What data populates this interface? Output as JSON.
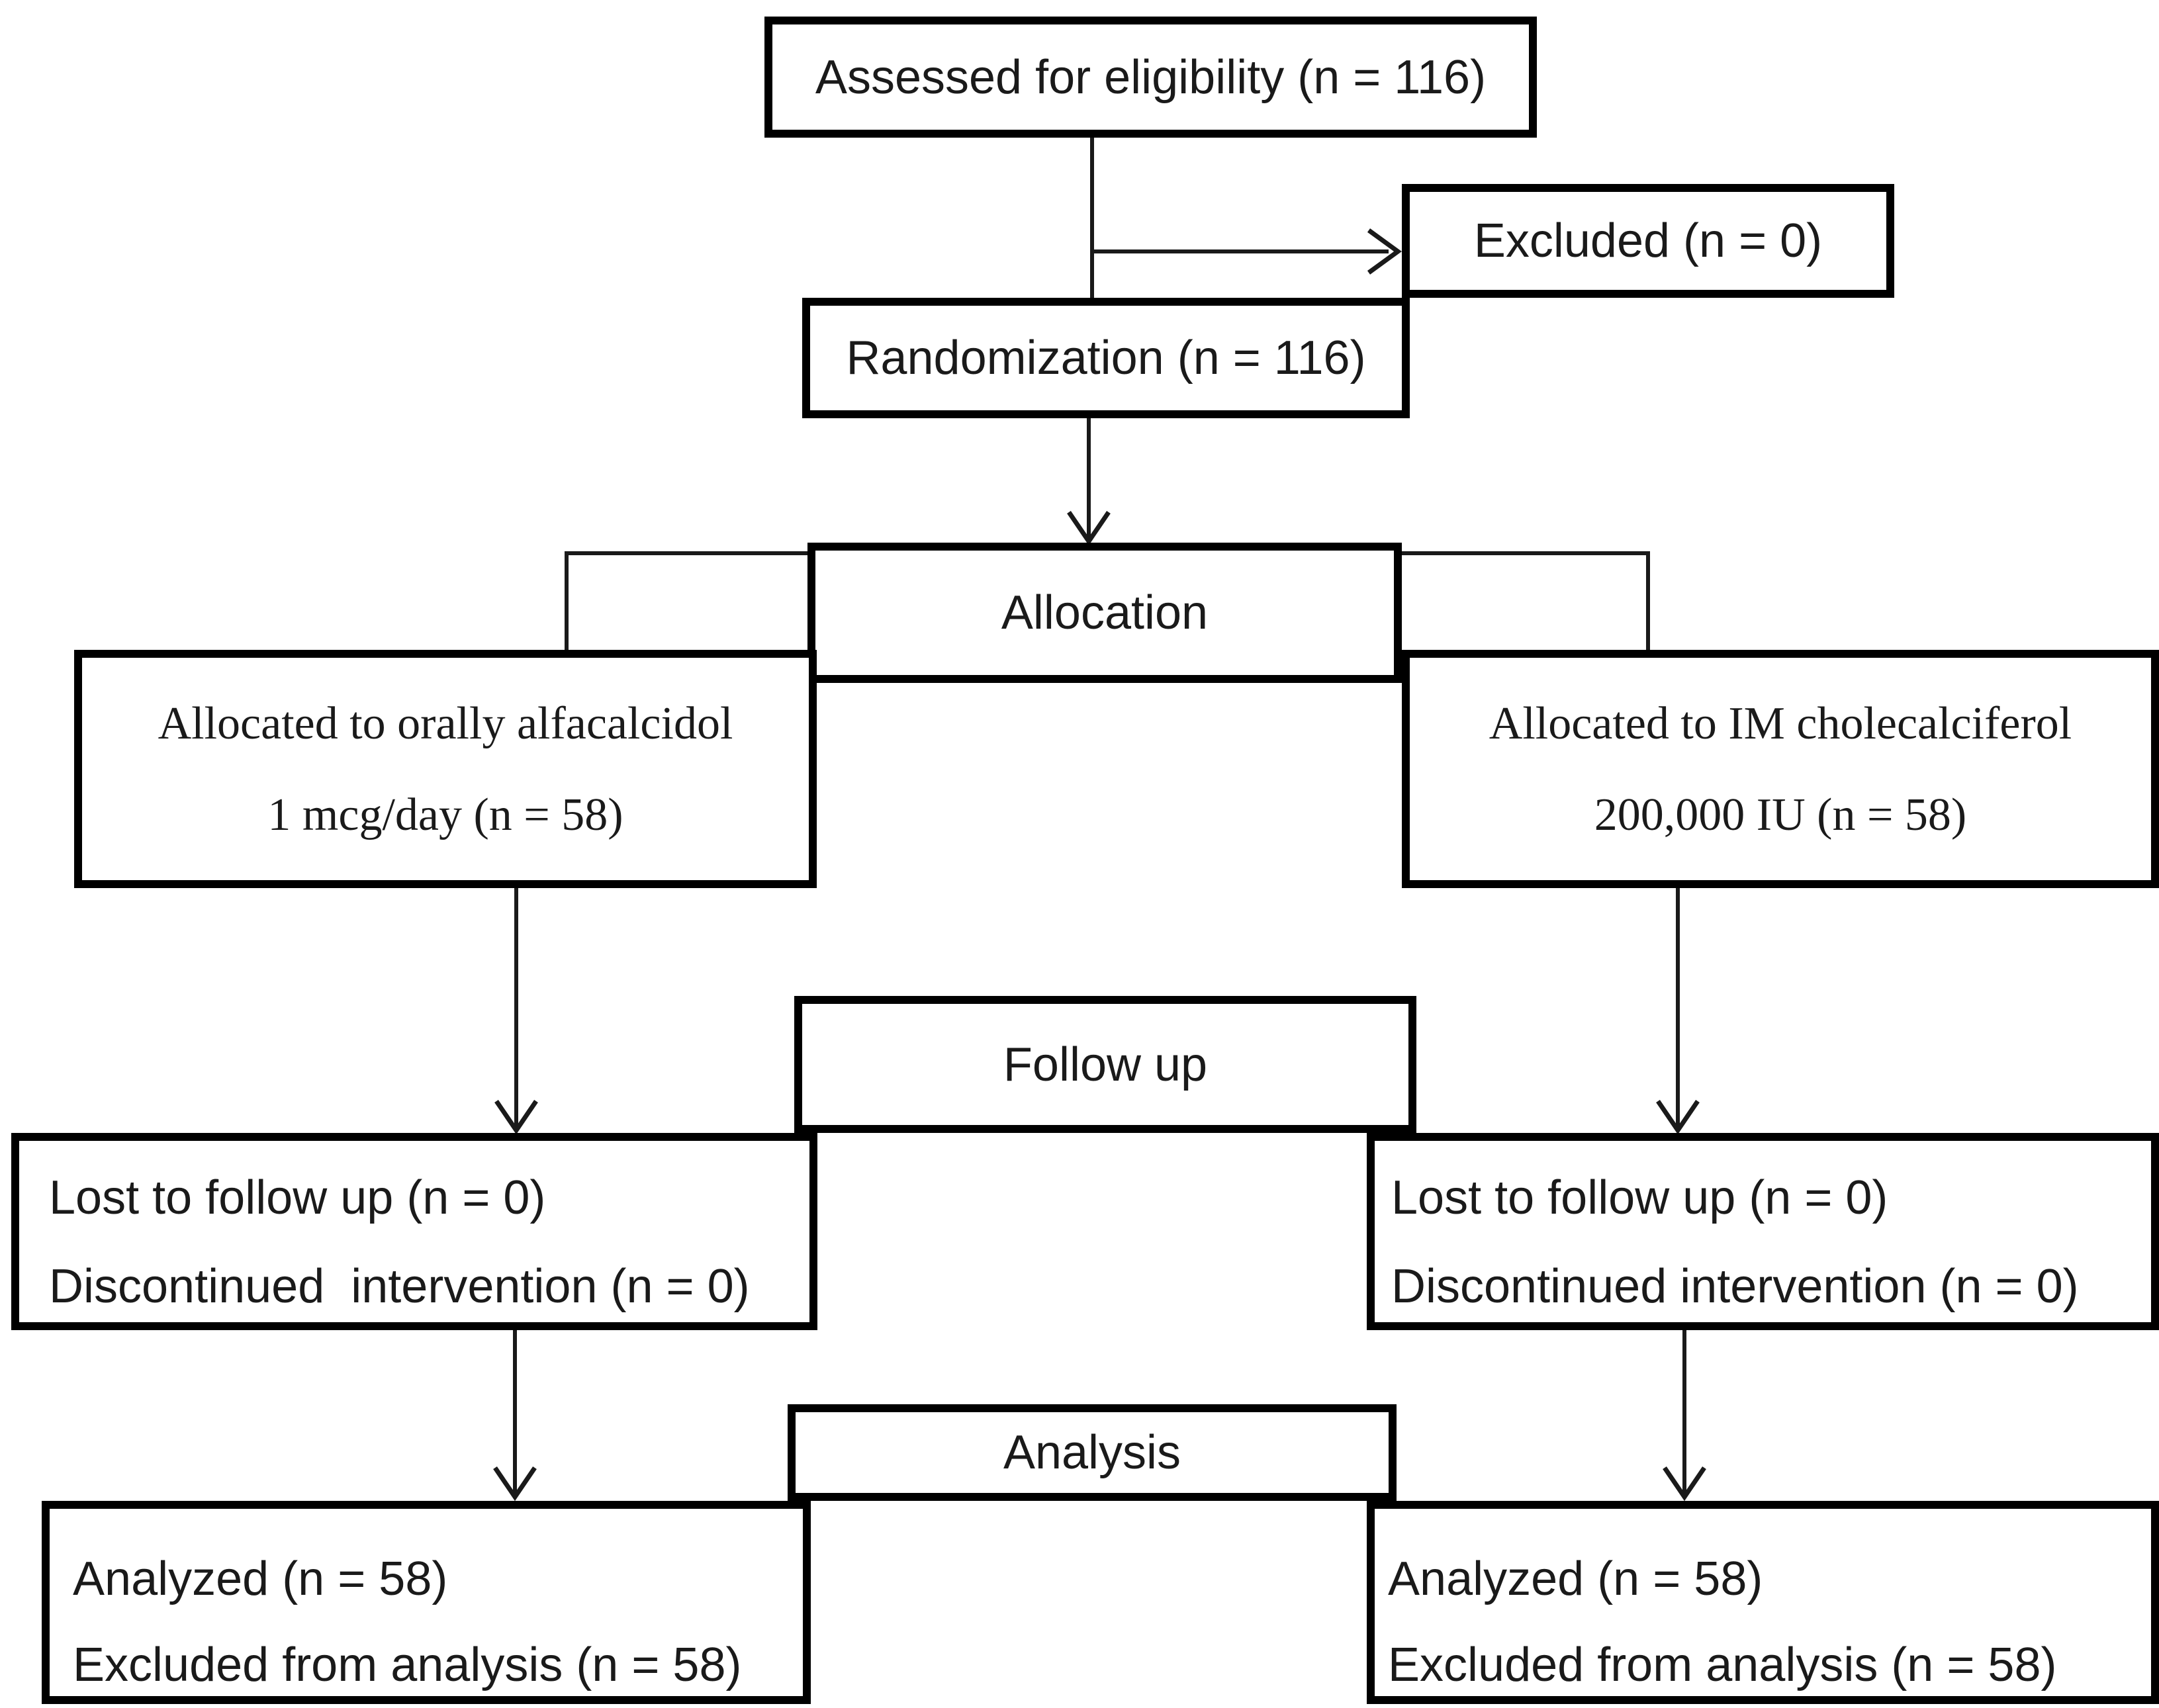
{
  "flowchart": {
    "assessed": "Assessed for eligibility (n = 116)",
    "excluded": "Excluded (n = 0)",
    "randomization": "Randomization (n = 116)",
    "allocation_banner": "Allocation",
    "allocated_oral": {
      "line1": "Allocated to orally alfacalcidol",
      "line2": "1 mcg/day (n = 58)"
    },
    "allocated_im": {
      "line1": "Allocated to IM cholecalciferol",
      "line2": "200,000 IU (n = 58)"
    },
    "followup_banner": "Follow up",
    "followup_oral": {
      "line1": "Lost to follow up (n = 0)",
      "line2": "Discontinued  intervention (n = 0)"
    },
    "followup_im": {
      "line1": "Lost to follow up (n = 0)",
      "line2": "Discontinued intervention (n = 0)"
    },
    "analysis_banner": "Analysis",
    "analysis_oral": {
      "line1": "Analyzed (n = 58)",
      "line2": "Excluded from analysis (n = 58)"
    },
    "analysis_im": {
      "line1": "Analyzed (n = 58)",
      "line2": "Excluded from analysis (n = 58)"
    }
  },
  "colors": {
    "background": "#ffffff",
    "line": "#1a1a1a",
    "text": "#1a1a1a"
  }
}
